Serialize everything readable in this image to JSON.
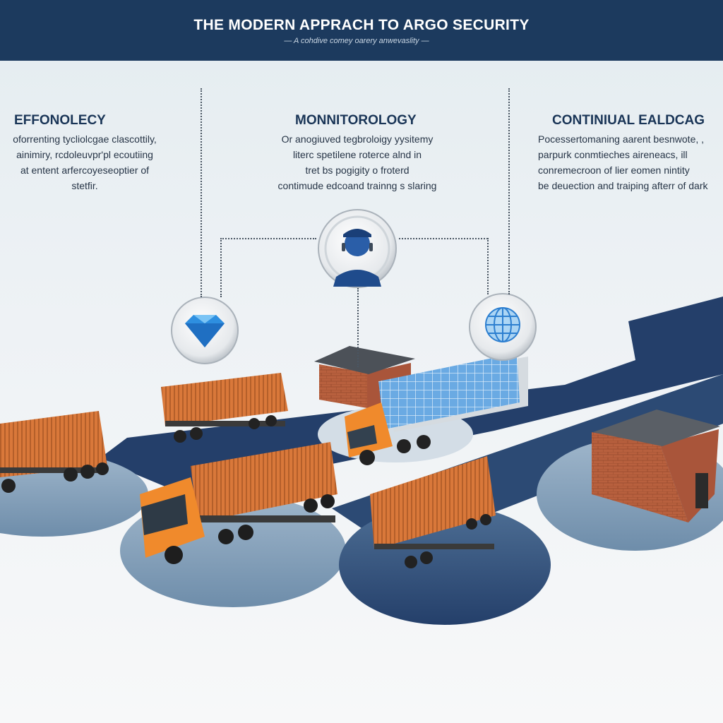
{
  "header": {
    "title": "THE MODERN APPRACH TO ARGO SECURITY",
    "subtitle": "— A cohdive comey oarery anwevaslity —"
  },
  "columns": [
    {
      "heading": "EFFONOLECY",
      "lines": [
        "oforrenting tycliolcgae clascottily,",
        "ainimiry, rcdoleuvpr'pl ecoutiing",
        "at entent arfercoyeseoptier of",
        "stetfir."
      ]
    },
    {
      "heading": "MONNITOROLOGY",
      "lines": [
        "Or anogiuved tegbroloigy yysitemy",
        "literc spetilene roterce alnd in",
        "tret bs pogigity o froterd",
        "contimude edcoand trainng s slaring"
      ]
    },
    {
      "heading": "CONTINIUAL EALDCAG",
      "lines": [
        "Pocessertomaning aarent besnwote, ,",
        "parpurk conmtieches aireneacs, ill",
        "conremecroon of lier eomen nintity",
        "be deuection and traiping afterr of dark"
      ]
    }
  ],
  "icons": {
    "left": "diamond-icon",
    "center": "security-guard-icon",
    "right": "globe-icon"
  },
  "colors": {
    "header": "#1c3a5e",
    "road": "#243f6a",
    "container": "#d9783a",
    "cab": "#f08a2c",
    "warehouse_wall": "#b8603e",
    "roof": "#5a5f66",
    "cargo": "#5b9fdc",
    "platform": "#7b9ab8"
  }
}
